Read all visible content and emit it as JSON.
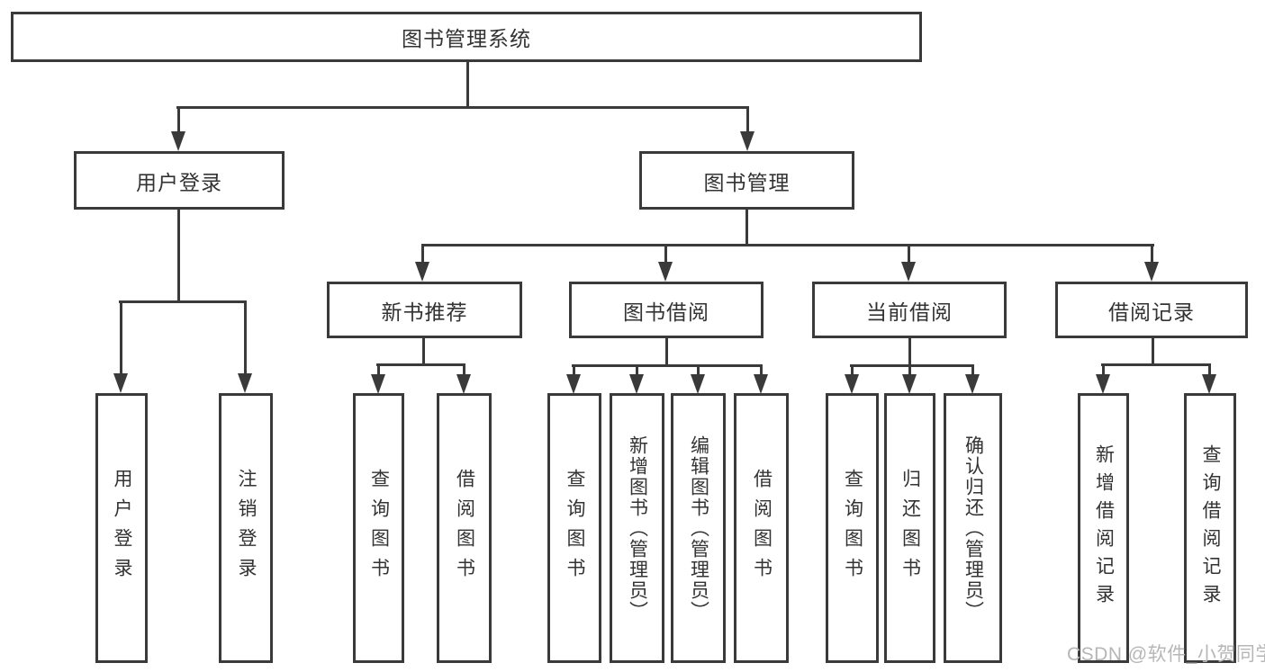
{
  "tree": {
    "root": {
      "label": "图书管理系统"
    },
    "level2": [
      {
        "label": "用户登录"
      },
      {
        "label": "图书管理"
      }
    ],
    "level3": [
      {
        "label": "新书推荐"
      },
      {
        "label": "图书借阅"
      },
      {
        "label": "当前借阅"
      },
      {
        "label": "借阅记录"
      }
    ],
    "leaves": [
      {
        "label": "用户登录"
      },
      {
        "label": "注销登录"
      },
      {
        "label": "查询图书"
      },
      {
        "label": "借阅图书"
      },
      {
        "label": "查询图书"
      },
      {
        "label": "新增图书（管理员）"
      },
      {
        "label": "编辑图书（管理员）"
      },
      {
        "label": "借阅图书"
      },
      {
        "label": "查询图书"
      },
      {
        "label": "归还图书"
      },
      {
        "label": "确认归还（管理员）"
      },
      {
        "label": "新增借阅记录"
      },
      {
        "label": "查询借阅记录"
      }
    ]
  },
  "watermark": {
    "text": "CSDN @软件_小贺同学"
  },
  "colors": {
    "line": "#3a3a3a",
    "text": "#333333",
    "watermark": "#b6b6b6",
    "background": "#ffffff"
  }
}
